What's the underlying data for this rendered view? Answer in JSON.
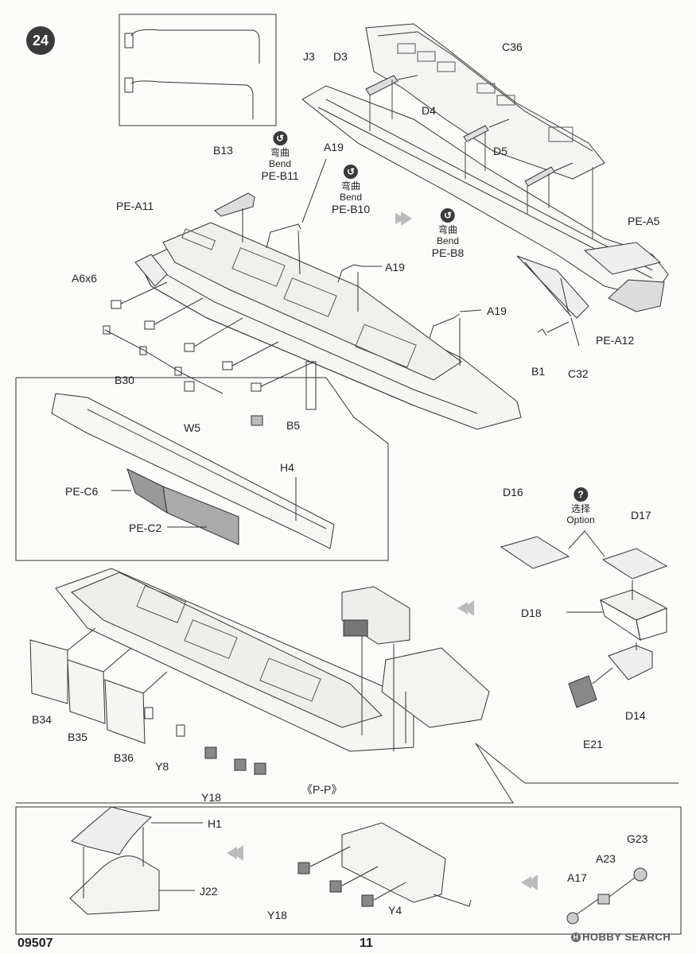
{
  "step_number": "24",
  "notes": {
    "bend_cn": "弯曲",
    "bend_en": "Bend",
    "option_cn": "选择",
    "option_en": "Option",
    "bend_icon": "bend-icon",
    "option_icon": "?"
  },
  "parts": {
    "J3": "J3",
    "D3": "D3",
    "C36": "C36",
    "D4": "D4",
    "D5": "D5",
    "B13": "B13",
    "A19": "A19",
    "PE_B11": "PE-B11",
    "PE_B10": "PE-B10",
    "PE_B8": "PE-B8",
    "PE_A11": "PE-A11",
    "PE_A5": "PE-A5",
    "PE_A12": "PE-A12",
    "A6x6": "A6x6",
    "B30": "B30",
    "W5": "W5",
    "B5": "B5",
    "B1": "B1",
    "C32": "C32",
    "H4": "H4",
    "PE_C6": "PE-C6",
    "PE_C2": "PE-C2",
    "D16": "D16",
    "D17": "D17",
    "D18": "D18",
    "D14": "D14",
    "E21": "E21",
    "B34": "B34",
    "B35": "B35",
    "B36": "B36",
    "Y8": "Y8",
    "Y18": "Y18",
    "PP": "《P-P》",
    "H1": "H1",
    "J22": "J22",
    "Y4": "Y4",
    "G23": "G23",
    "A23": "A23",
    "A17": "A17"
  },
  "footer": {
    "kit_number": "09507",
    "page_number": "11",
    "watermark": "HOBBY SEARCH",
    "watermark_mark": "H"
  }
}
